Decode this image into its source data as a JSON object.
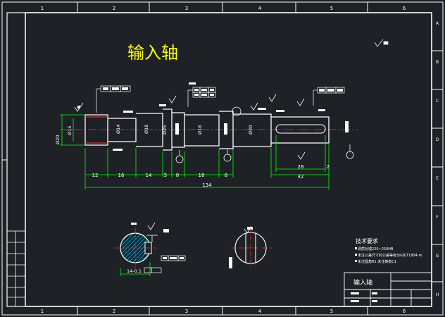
{
  "title": "输入轴",
  "frame": {
    "col_numbers": [
      "1",
      "2",
      "3",
      "4",
      "5",
      "6"
    ],
    "row_letters": [
      "A",
      "B",
      "C",
      "D",
      "E",
      "F",
      "G",
      "H"
    ]
  },
  "dimensions": {
    "segment_lengths": [
      "12",
      "16",
      "14",
      "5",
      "8",
      "18",
      "8",
      "",
      "32"
    ],
    "total_length": "134",
    "keyway_length": "28",
    "end_chamfer": "2",
    "diameters": [
      "Ø20",
      "Ø15",
      "Ø14",
      "Ø18",
      "Ø25",
      "Ø18",
      "Ø20"
    ],
    "section_width": "14-0.1"
  },
  "notes": {
    "heading": "技术要求",
    "lines": [
      "调质处理220~250HB",
      "未注公差尺寸的公差等级为GB/T1804-m",
      "未注圆角R1   未注倒角C1"
    ]
  },
  "title_block": {
    "name": "输入轴"
  },
  "colors": {
    "background": "#1e2126",
    "frame": "#ffffff",
    "title": "#ffff00",
    "dimension": "#00ff00",
    "centerline": "#ff3030",
    "part": "#ffffff",
    "hatch": "#00c8ff"
  }
}
